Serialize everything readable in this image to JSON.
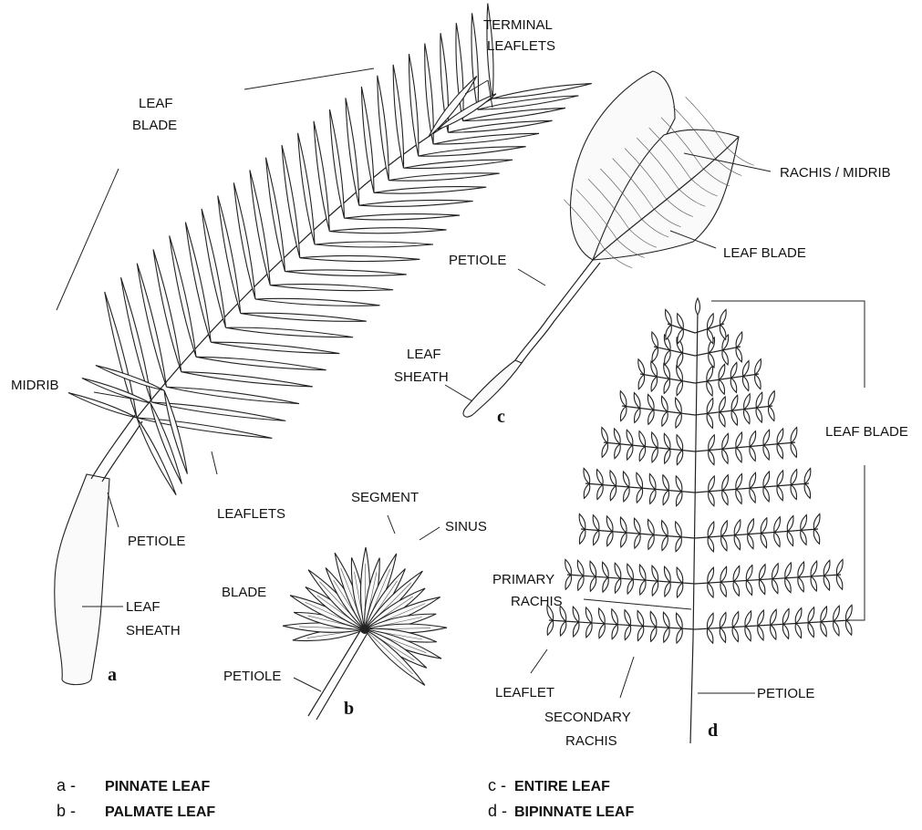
{
  "labels": {
    "terminal_leaflets_1": "TERMINAL",
    "terminal_leaflets_2": "LEAFLETS",
    "leaf_blade_a_1": "LEAF",
    "leaf_blade_a_2": "BLADE",
    "midrib": "MIDRIB",
    "leaflets": "LEAFLETS",
    "petiole_a": "PETIOLE",
    "leaf_sheath_a_1": "LEAF",
    "leaf_sheath_a_2": "SHEATH",
    "rachis_midrib": "RACHIS / MIDRIB",
    "leaf_blade_c": "LEAF BLADE",
    "petiole_c": "PETIOLE",
    "leaf_sheath_c_1": "LEAF",
    "leaf_sheath_c_2": "SHEATH",
    "segment": "SEGMENT",
    "sinus": "SINUS",
    "blade_b": "BLADE",
    "petiole_b": "PETIOLE",
    "leaf_blade_d": "LEAF BLADE",
    "primary_rachis_1": "PRIMARY",
    "primary_rachis_2": "RACHIS",
    "leaflet": "LEAFLET",
    "secondary_rachis_1": "SECONDARY",
    "secondary_rachis_2": "RACHIS",
    "petiole_d": "PETIOLE"
  },
  "figure_letters": {
    "a": "a",
    "b": "b",
    "c": "c",
    "d": "d"
  },
  "legend": [
    {
      "letter": "a -",
      "text": "PINNATE LEAF"
    },
    {
      "letter": "b -",
      "text": "PALMATE LEAF"
    },
    {
      "letter": "c -",
      "text": "ENTIRE LEAF"
    },
    {
      "letter": "d -",
      "text": "BIPINNATE LEAF"
    }
  ]
}
